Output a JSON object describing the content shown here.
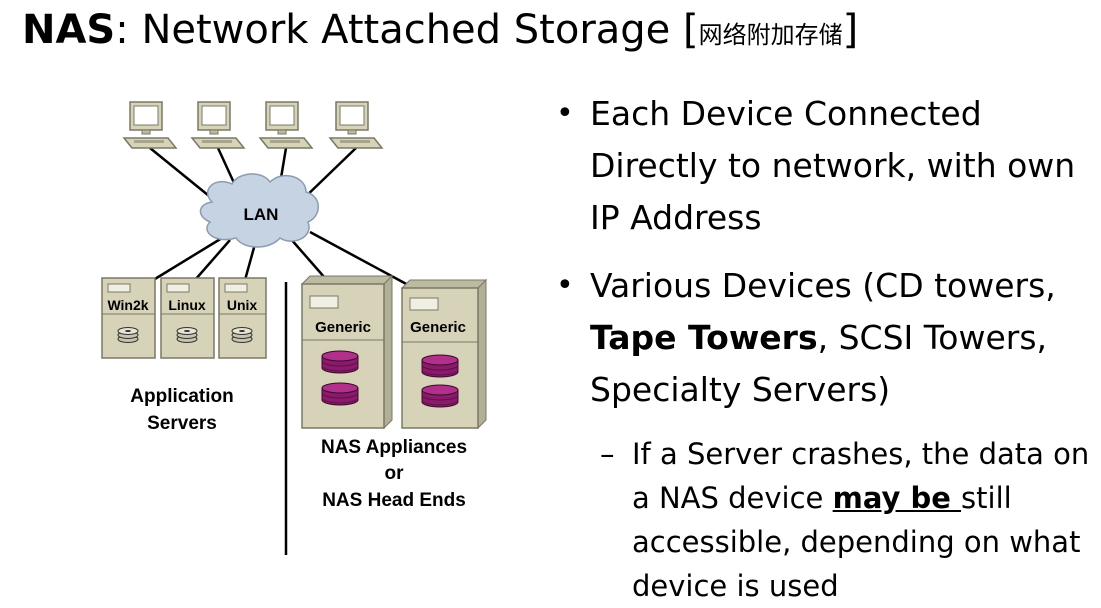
{
  "title": {
    "strong": "NAS",
    "rest": ": Network Attached Storage [",
    "cn": "网络附加存储",
    "close": "]"
  },
  "diagram": {
    "lan_label": "LAN",
    "servers": [
      "Win2k",
      "Linux",
      "Unix"
    ],
    "app_caption": [
      "Application",
      "Servers"
    ],
    "nas_labels": [
      "Generic",
      "Generic"
    ],
    "nas_caption": [
      "NAS Appliances",
      "or",
      "NAS Head Ends"
    ],
    "colors": {
      "box_fill": "#d6d3b8",
      "box_stroke": "#7a7866",
      "disk": "#8b1a6b",
      "cloud": "#c5d3e3"
    }
  },
  "bullets": {
    "b1": "Each Device Connected Directly to network, with own IP Address",
    "b2_pre": "Various Devices (CD towers, ",
    "b2_bold": "Tape Towers",
    "b2_post": ", SCSI Towers, Specialty Servers)",
    "sub_dash": "–",
    "sub_pre": "If a Server crashes, the data on a NAS device ",
    "sub_ul": "may be ",
    "sub_post": "still accessible, depending on what device is used"
  }
}
